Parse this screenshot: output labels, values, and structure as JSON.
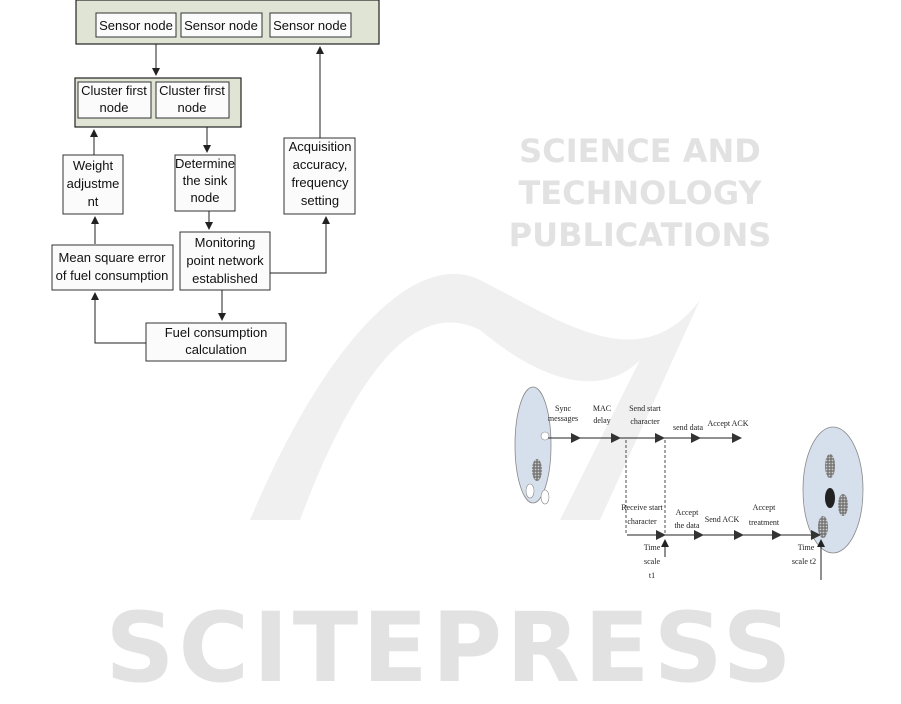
{
  "watermark": {
    "title": "SCITEPRESS",
    "subtitle": "SCIENCE AND TECHNOLOGY PUBLICATIONS"
  },
  "flowchart": {
    "sensor_nodes": [
      "Sensor node",
      "Sensor node",
      "Sensor node"
    ],
    "cluster_nodes": [
      [
        "Cluster first",
        "node"
      ],
      [
        "Cluster first",
        "node"
      ]
    ],
    "weight_adjustment": [
      "Weight",
      "adjustme",
      "nt"
    ],
    "determine_sink": [
      "Determine",
      "the sink",
      "node"
    ],
    "acquisition": [
      "Acquisition",
      "accuracy,",
      "frequency",
      "setting"
    ],
    "mean_square": [
      "Mean square error",
      "of fuel consumption"
    ],
    "monitoring": [
      "Monitoring",
      "point network",
      "established"
    ],
    "fuel_calc": [
      "Fuel consumption",
      "calculation"
    ]
  },
  "timing": {
    "top_labels": [
      [
        "Sync",
        "messages"
      ],
      [
        "MAC",
        "delay"
      ],
      [
        "Send start",
        "character"
      ],
      [
        "send data"
      ],
      [
        "Accept ACK"
      ]
    ],
    "bottom_labels": [
      [
        "Receive start",
        "character"
      ],
      [
        "Accept",
        "the data"
      ],
      [
        "Send ACK"
      ],
      [
        "Accept",
        "treatment"
      ]
    ],
    "time_scale_1": [
      "Time",
      "scale",
      "t1"
    ],
    "time_scale_2": [
      "Time",
      "scale  t2"
    ]
  }
}
